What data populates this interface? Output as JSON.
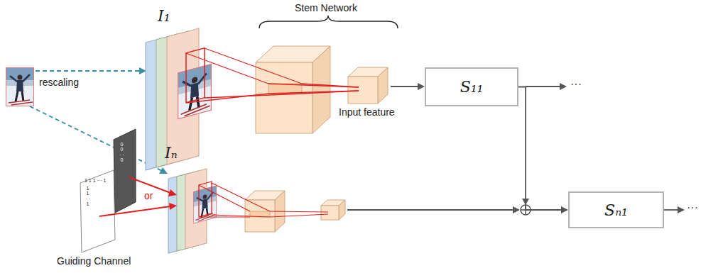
{
  "diagram": {
    "nodes": [
      {
        "text": [
          "S₁₁"
        ]
      },
      {
        "text": [
          "Sₙ₁"
        ]
      }
    ],
    "edges": [
      {
        "from": 0,
        "to": 1,
        "arrow": "to"
      }
    ],
    "labels": [
      "Stem Network",
      "I₁",
      "rescaling",
      "Input feature",
      "···",
      "Iₙ",
      "or",
      "Guiding Channel",
      "···",
      "1 1 1 ··· 1",
      "1 1 · · 1",
      "0 0 · · 0"
    ]
  }
}
